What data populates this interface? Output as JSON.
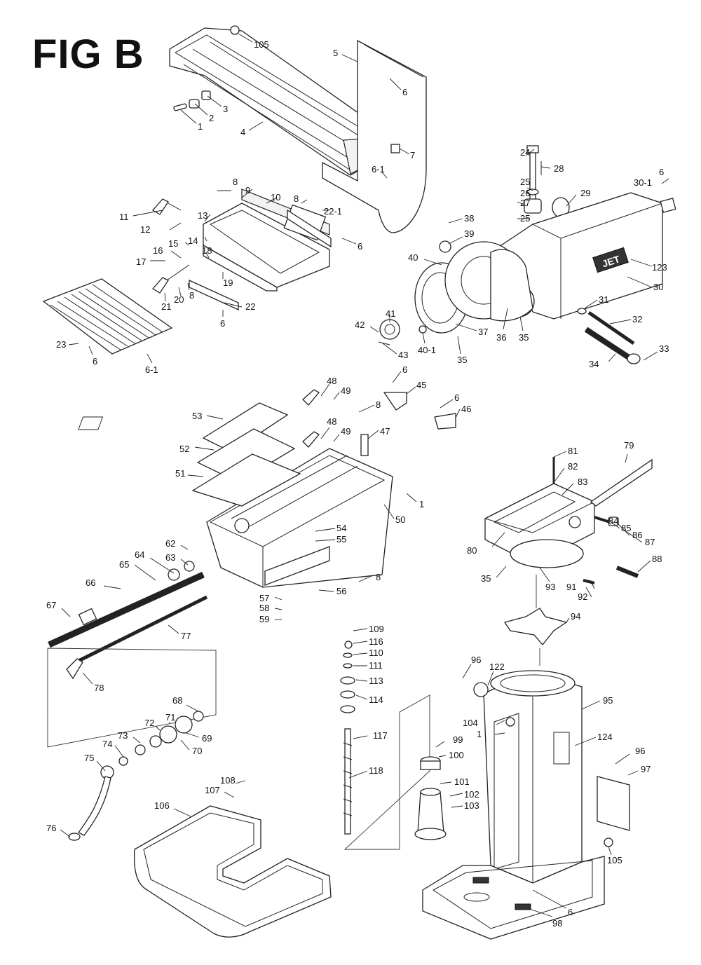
{
  "figure": {
    "title": "FIG B",
    "brand": "JET"
  },
  "labels": {
    "l105a": "105",
    "l5": "5",
    "l6a": "6",
    "l3": "3",
    "l2": "2",
    "l1a": "1",
    "l4": "4",
    "l7": "7",
    "l6_1a": "6-1",
    "l24": "24",
    "l28": "28",
    "l6b": "6",
    "l30_1": "30-1",
    "l25a": "25",
    "l29": "29",
    "l26": "26",
    "l27": "27",
    "l25b": "25",
    "l8a": "8",
    "l9": "9",
    "l10": "10",
    "l8b": "8",
    "l22_1": "22-1",
    "l11": "11",
    "l13": "13",
    "l12": "12",
    "l6c": "6",
    "l14": "14",
    "l15": "15",
    "l16": "16",
    "l18": "18",
    "l17": "17",
    "l19": "19",
    "l8c": "8",
    "l20": "20",
    "l21": "21",
    "l22": "22",
    "l6d": "6",
    "l23": "23",
    "l6e": "6",
    "l6_1b": "6-1",
    "l38": "38",
    "l39": "39",
    "l40": "40",
    "l123": "123",
    "l30": "30",
    "l31": "31",
    "l32": "32",
    "l41": "41",
    "l42": "42",
    "l43": "43",
    "l40_1": "40-1",
    "l35a": "35",
    "l37": "37",
    "l36": "36",
    "l35b": "35",
    "l34": "34",
    "l33": "33",
    "l6f": "6",
    "l45": "45",
    "l48a": "48",
    "l49a": "49",
    "l8d": "8",
    "l6g": "6",
    "l46": "46",
    "l53": "53",
    "l48b": "48",
    "l49b": "49",
    "l47": "47",
    "l52": "52",
    "l51": "51",
    "l1b": "1",
    "l50": "50",
    "l54": "54",
    "l55": "55",
    "l62": "62",
    "l63": "63",
    "l64": "64",
    "l65": "65",
    "l66": "66",
    "l8e": "8",
    "l57": "57",
    "l56": "56",
    "l58": "58",
    "l59": "59",
    "l67": "67",
    "l77": "77",
    "l78": "78",
    "l81": "81",
    "l79": "79",
    "l82": "82",
    "l83": "83",
    "l84": "84",
    "l85": "85",
    "l86": "86",
    "l87": "87",
    "l80": "80",
    "l88": "88",
    "l35c": "35",
    "l93": "93",
    "l91": "91",
    "l92": "92",
    "l94": "94",
    "l109": "109",
    "l116": "116",
    "l110": "110",
    "l111": "111",
    "l113": "113",
    "l114": "114",
    "l96a": "96",
    "l122": "122",
    "l95": "95",
    "l68": "68",
    "l71": "71",
    "l72": "72",
    "l69": "69",
    "l73": "73",
    "l70": "70",
    "l74": "74",
    "l75": "75",
    "l104": "104",
    "l1c": "1",
    "l99": "99",
    "l100": "100",
    "l124": "124",
    "l117": "117",
    "l96b": "96",
    "l97": "97",
    "l118": "118",
    "l101": "101",
    "l102": "102",
    "l103": "103",
    "l108": "108",
    "l107": "107",
    "l106": "106",
    "l76": "76",
    "l105b": "105",
    "l6h": "6",
    "l98": "98"
  },
  "colors": {
    "ink": "#222222",
    "paper": "#ffffff"
  }
}
